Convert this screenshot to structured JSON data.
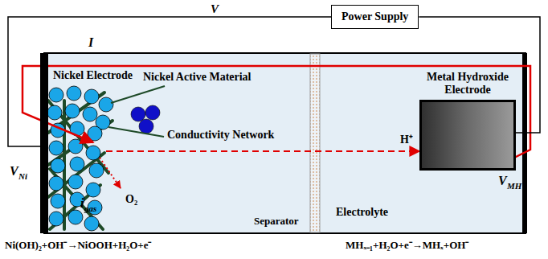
{
  "diagram": {
    "nodes": [
      {
        "text": [
          "Power Supply"
        ]
      },
      {
        "text": [
          "Nickel Electrode"
        ]
      },
      {
        "text": [
          "Metal Hydroxide Electrode"
        ]
      }
    ],
    "edges": [
      {
        "from": 0,
        "to": 1,
        "arrow": "none"
      },
      {
        "from": 0,
        "to": 2,
        "arrow": "none"
      }
    ],
    "labels": [
      "V",
      "I",
      "Nickel Active Material",
      "Conductivity Network",
      "H⁺",
      "Separator",
      "Electrolyte",
      "V",
      "Ni",
      "V",
      "MH",
      "i",
      "gas",
      "O₂",
      "Ni(OH)₂+OH⁻→NiOOH+H₂O+e⁻",
      "MHₓ₋₁+H₂O+e⁻→MHₓ+OH⁻"
    ]
  }
}
